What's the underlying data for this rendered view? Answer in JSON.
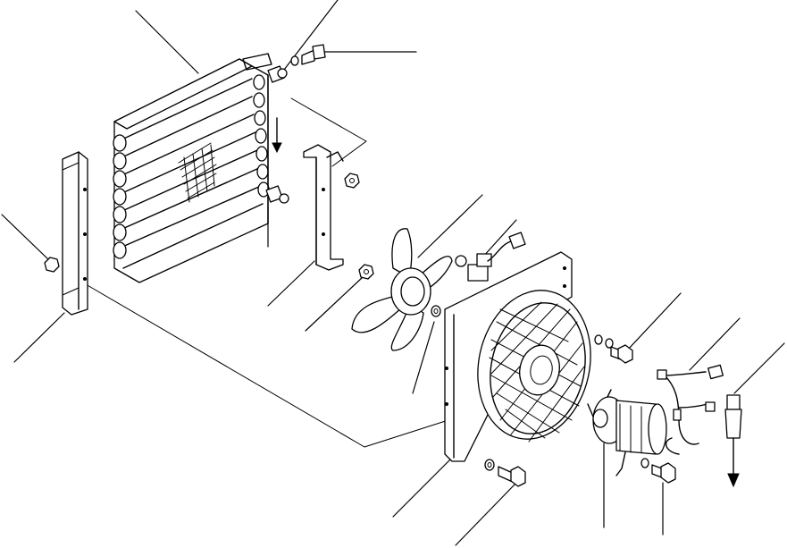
{
  "figure": {
    "type": "exploded-parts-diagram",
    "parts": [
      "condenser-core",
      "hose-fitting-top",
      "bolt-top",
      "washer-top",
      "left-bracket",
      "nut-left",
      "right-bracket",
      "nut-right-bracket",
      "fan-blade",
      "fan-nut",
      "fan-washer",
      "connector",
      "fan-shroud",
      "shroud-bolt",
      "shroud-washer",
      "bottom-bolt",
      "bottom-washer",
      "fan-motor",
      "motor-bolt",
      "motor-washer",
      "wire-harness",
      "pressure-switch"
    ],
    "colors": {
      "line": "#000000",
      "background": "#ffffff"
    }
  }
}
